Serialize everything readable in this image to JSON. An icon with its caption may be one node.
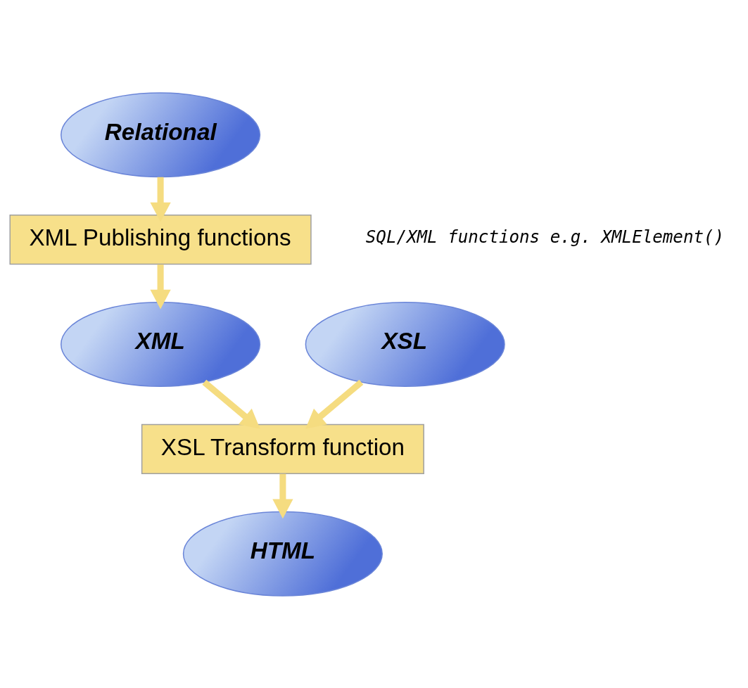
{
  "diagram": {
    "nodes": [
      {
        "text": [
          "Relational"
        ]
      },
      {
        "text": [
          "XML Publishing functions"
        ]
      },
      {
        "text": [
          "XML"
        ]
      },
      {
        "text": [
          "XSL"
        ]
      },
      {
        "text": [
          "XSL Transform function"
        ]
      },
      {
        "text": [
          "HTML"
        ]
      }
    ],
    "edges": [
      {
        "from": 0,
        "to": 1,
        "arrow": "to"
      },
      {
        "from": 1,
        "to": 2,
        "arrow": "to"
      },
      {
        "from": 2,
        "to": 4,
        "arrow": "to"
      },
      {
        "from": 3,
        "to": 4,
        "arrow": "to"
      },
      {
        "from": 4,
        "to": 5,
        "arrow": "to"
      }
    ],
    "labels": [
      "SQL/XML functions e.g. XMLElement()"
    ]
  }
}
